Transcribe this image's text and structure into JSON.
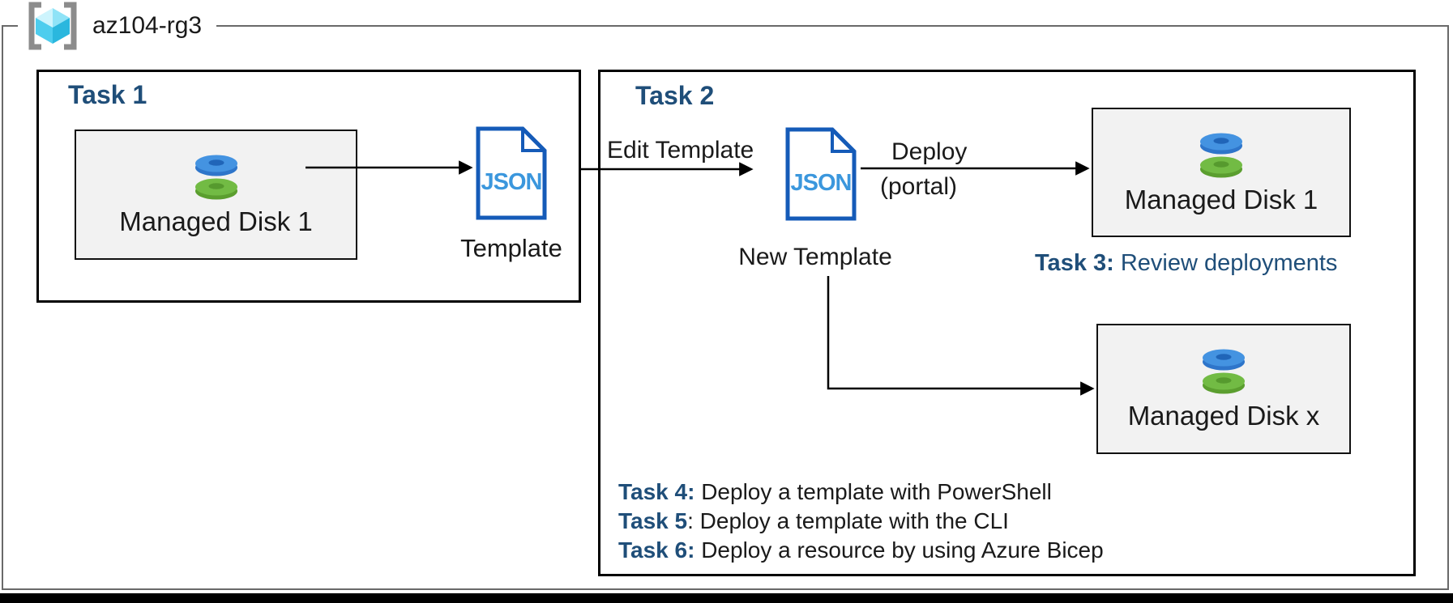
{
  "colors": {
    "accent_blue": "#1F4E79",
    "doc_outline_blue": "#155bb8",
    "doc_text_blue": "#3b97dd",
    "rg_border_gray": "#696969",
    "disk_box_fill": "#f2f2f2",
    "disk_blue": "#4493e1",
    "disk_green": "#72bb44"
  },
  "resource_group": {
    "label": "az104-rg3"
  },
  "task1": {
    "title": "Task 1",
    "disk_label": "Managed Disk 1",
    "doc_text": "JSON",
    "doc_caption": "Template"
  },
  "task2": {
    "title": "Task 2",
    "edit_arrow_label": "Edit Template",
    "doc_text": "JSON",
    "doc_caption": "New Template",
    "deploy_line1": "Deploy",
    "deploy_line2": "(portal)",
    "disk_top_label": "Managed Disk 1",
    "task3_prefix": "Task 3: ",
    "task3_text": "Review deployments",
    "disk_bottom_label": "Managed Disk x",
    "task_list": [
      {
        "prefix": "Task 4: ",
        "text": "Deploy a template with PowerShell"
      },
      {
        "prefix": "Task 5",
        "text": ": Deploy a template with the CLI"
      },
      {
        "prefix": "Task 6: ",
        "text": "Deploy a resource by using Azure Bicep"
      }
    ]
  }
}
